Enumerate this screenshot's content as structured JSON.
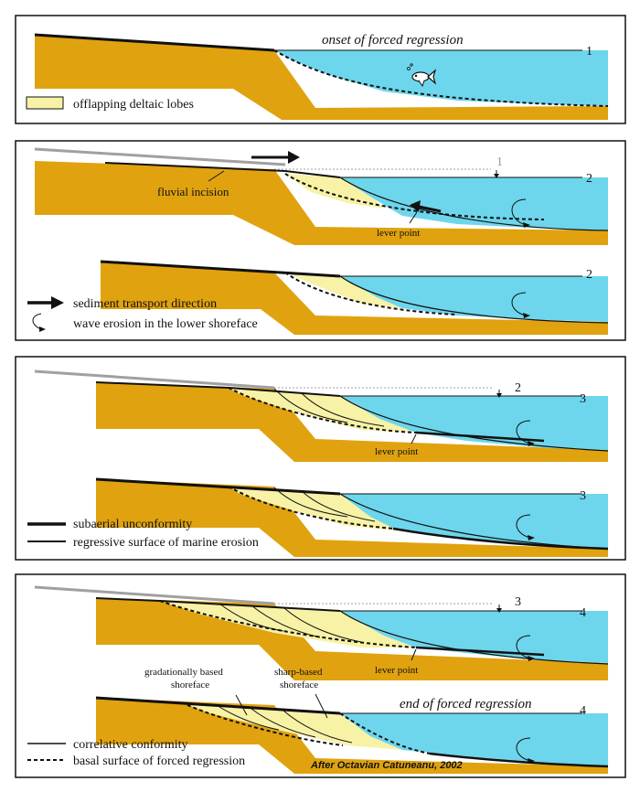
{
  "panel1": {
    "title": "onset of forced regression",
    "stage": "1",
    "legend": "offlapping deltaic lobes"
  },
  "panel2": {
    "stage_old": "1",
    "stage_a": "2",
    "stage_b": "2",
    "fluvial_label": "fluvial incision",
    "lever_label": "lever point",
    "legend_transport": "sediment transport direction",
    "legend_wave": "wave erosion in the lower shoreface"
  },
  "panel3": {
    "stage_old": "2",
    "stage_a": "3",
    "stage_b": "3",
    "lever_label": "lever point",
    "legend_subaerial": "subaerial unconformity",
    "legend_rsme": "regressive surface of marine erosion"
  },
  "panel4": {
    "stage_old": "3",
    "stage_a": "4",
    "stage_b": "4",
    "lever_label": "lever point",
    "gradational_line1": "gradationally based",
    "gradational_line2": "shoreface",
    "sharp_line1": "sharp-based",
    "sharp_line2": "shoreface",
    "end_title": "end of forced regression",
    "legend_cc": "correlative conformity",
    "legend_bsfr": "basal surface of forced regression",
    "credit": "After Octavian Catuneanu, 2002"
  },
  "colors": {
    "sediment": "#E0A20F",
    "water": "#6DD6EC",
    "lobe": "#F7F2A6",
    "ink": "#111111",
    "grey_line": "#A0A0A0"
  }
}
